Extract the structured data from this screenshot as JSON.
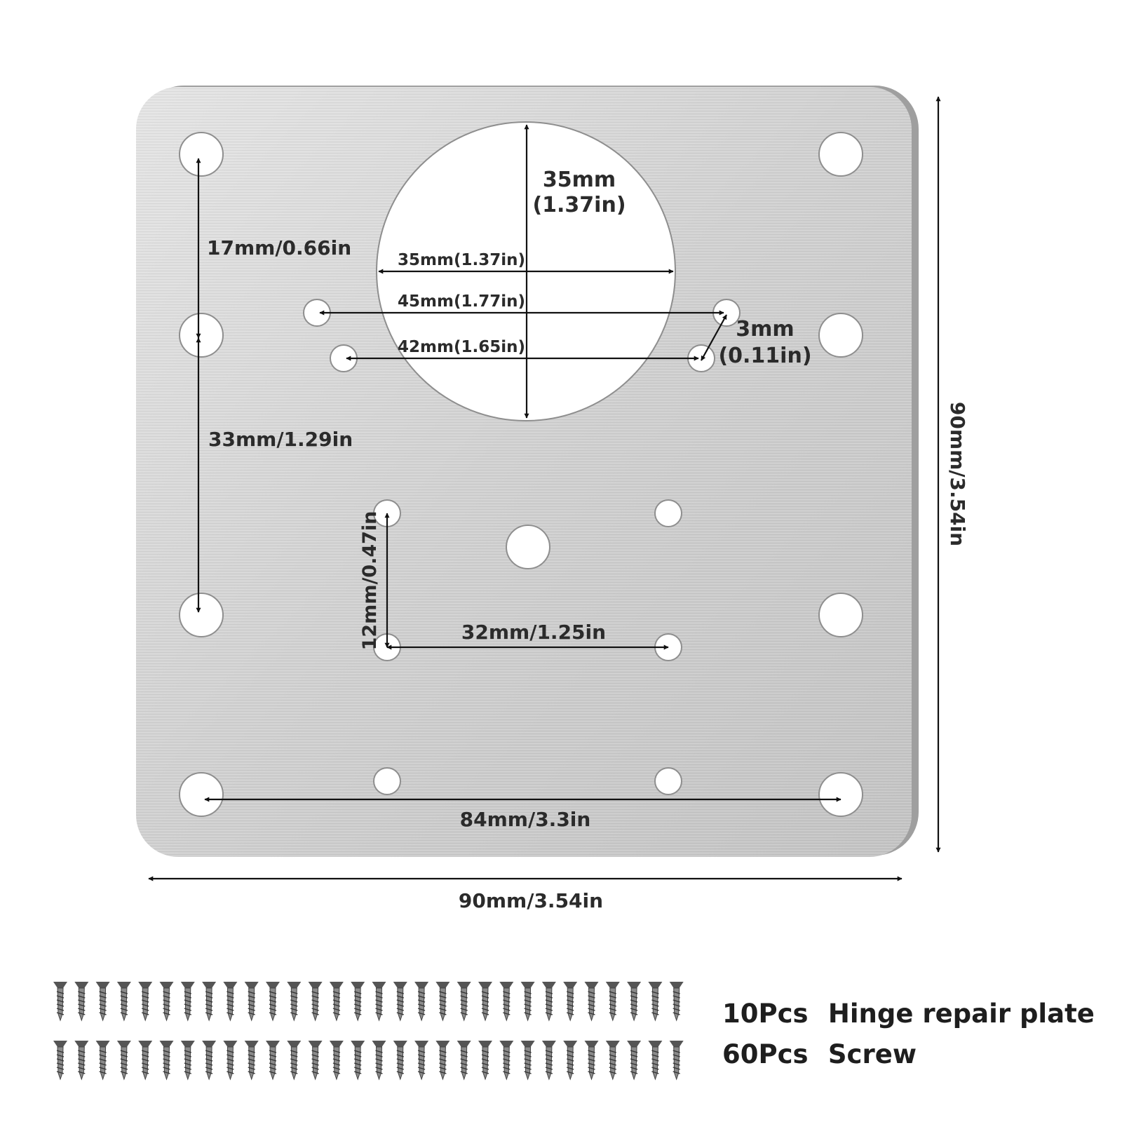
{
  "colors": {
    "plate_light": "#dcdcdc",
    "plate_dark": "#b9b9b9",
    "edge": "#a8a8a8",
    "hole": "#ffffff",
    "text": "#2b2b2b",
    "arrow": "#111111"
  },
  "dimensions": {
    "big_hole_vertical": {
      "line1": "35mm",
      "line2": "(1.37in)"
    },
    "big_hole_horizontal": "35mm(1.37in)",
    "hole_spacing_45": "45mm(1.77in)",
    "hole_spacing_42": "42mm(1.65in)",
    "small_hole": {
      "line1": "3mm",
      "line2": "(0.11in)"
    },
    "left_upper": "17mm/0.66in",
    "left_lower": "33mm/1.29in",
    "lower_vertical": "12mm/0.47in",
    "lower_horizontal": "32mm/1.25in",
    "bottom_spacing": "84mm/3.3in",
    "overall_width": "90mm/3.54in",
    "overall_height": "90mm/3.54in"
  },
  "legend": {
    "items": [
      {
        "qty": "10Pcs",
        "label": "Hinge repair plate",
        "icon": "screw-icon",
        "icon_count": 30
      },
      {
        "qty": "60Pcs",
        "label": "Screw",
        "icon": "screw-icon",
        "icon_count": 30
      }
    ]
  }
}
